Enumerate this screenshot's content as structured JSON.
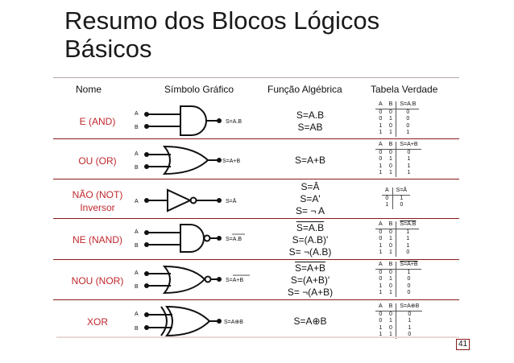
{
  "title": {
    "line1": "Resumo dos Blocos Lógicos",
    "line2": "Básicos"
  },
  "headers": {
    "name": "Nome",
    "symbol": "Símbolo Gráfico",
    "function": "Função Algébrica",
    "truth": "Tabela Verdade"
  },
  "rows": [
    {
      "name": "E (AND)",
      "name2": "",
      "gate": "and-gate-icon",
      "in_a": "A",
      "in_b": "B",
      "out": "S=A.B",
      "expr": [
        "S=A.B",
        "S=AB"
      ],
      "tt": {
        "cols": [
          "A",
          "B",
          "S=A.B"
        ],
        "rows": [
          [
            "0",
            "0",
            "0"
          ],
          [
            "0",
            "1",
            "0"
          ],
          [
            "1",
            "0",
            "0"
          ],
          [
            "1",
            "1",
            "1"
          ]
        ]
      }
    },
    {
      "name": "OU (OR)",
      "name2": "",
      "gate": "or-gate-icon",
      "in_a": "A",
      "in_b": "B",
      "out": "S=A+B",
      "expr": [
        "S=A+B"
      ],
      "tt": {
        "cols": [
          "A",
          "B",
          "S=A+B"
        ],
        "rows": [
          [
            "0",
            "0",
            "0"
          ],
          [
            "0",
            "1",
            "1"
          ],
          [
            "1",
            "0",
            "1"
          ],
          [
            "1",
            "1",
            "1"
          ]
        ]
      }
    },
    {
      "name": "NÃO (NOT)",
      "name2": "Inversor",
      "gate": "not-gate-icon",
      "in_a": "A",
      "in_b": "",
      "out": "S=Ā",
      "expr": [
        "S=Ā",
        "S=A'",
        "S= ¬ A"
      ],
      "tt": {
        "cols": [
          "A",
          "S=Ā"
        ],
        "rows": [
          [
            "0",
            "1"
          ],
          [
            "1",
            "0"
          ]
        ]
      }
    },
    {
      "name": "NE (NAND)",
      "name2": "",
      "gate": "nand-gate-icon",
      "in_a": "A",
      "in_b": "B",
      "out": "S=A.B",
      "expr": [
        "S=A.B",
        "S=(A.B)'",
        "S= ¬(A.B)"
      ],
      "tt": {
        "cols": [
          "A",
          "B",
          "S=A.B"
        ],
        "rows": [
          [
            "0",
            "0",
            "1"
          ],
          [
            "0",
            "1",
            "1"
          ],
          [
            "1",
            "0",
            "1"
          ],
          [
            "1",
            "1",
            "0"
          ]
        ]
      }
    },
    {
      "name": "NOU (NOR)",
      "name2": "",
      "gate": "nor-gate-icon",
      "in_a": "A",
      "in_b": "B",
      "out": "S=A+B",
      "expr": [
        "S=A+B",
        "S=(A+B)'",
        "S= ¬(A+B)"
      ],
      "tt": {
        "cols": [
          "A",
          "B",
          "S=A+B"
        ],
        "rows": [
          [
            "0",
            "0",
            "1"
          ],
          [
            "0",
            "1",
            "0"
          ],
          [
            "1",
            "0",
            "0"
          ],
          [
            "1",
            "1",
            "0"
          ]
        ]
      }
    },
    {
      "name": "XOR",
      "name2": "",
      "gate": "xor-gate-icon",
      "in_a": "A",
      "in_b": "B",
      "out": "S=A⊕B",
      "expr": [
        "S=A⊕B"
      ],
      "tt": {
        "cols": [
          "A",
          "B",
          "S=A⊕B"
        ],
        "rows": [
          [
            "0",
            "0",
            "0"
          ],
          [
            "0",
            "1",
            "1"
          ],
          [
            "1",
            "0",
            "1"
          ],
          [
            "1",
            "1",
            "0"
          ]
        ]
      }
    }
  ],
  "page_number": "41",
  "colors": {
    "accent": "#c0272d",
    "rule": "#8b1a1a"
  }
}
